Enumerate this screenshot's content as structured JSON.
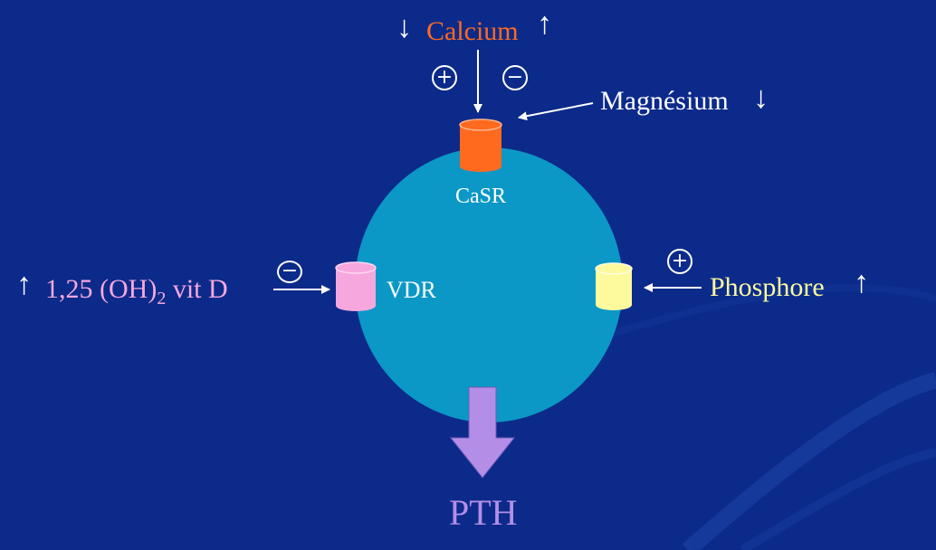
{
  "colors": {
    "background": "#0c2a8a",
    "cell": "#0b98c6",
    "casr": "#ff6a1f",
    "vdr": "#f6a8de",
    "phosphate_receptor": "#fdfa9e",
    "pth_arrow": "#b48ee6",
    "calcium_text": "#ff6a1f",
    "vitd_text": "#f6a8de",
    "phosphore_text": "#fdfa9e",
    "pth_text": "#b48ee6"
  },
  "labels": {
    "calcium": "Calcium",
    "magnesium": "Magnésium",
    "casr": "CaSR",
    "vdr": "VDR",
    "vitd_prefix": "1,25 (OH)",
    "vitd_subscript": "2",
    "vitd_suffix": " vit D",
    "phosphore": "Phosphore",
    "pth": "PTH"
  },
  "symbols": {
    "up_arrow": "↑",
    "down_arrow": "↓",
    "plus": "+",
    "minus": "−"
  },
  "icons": {
    "up": "up-arrow-icon",
    "down": "down-arrow-icon",
    "plus": "plus-circle-icon",
    "minus": "minus-circle-icon"
  }
}
